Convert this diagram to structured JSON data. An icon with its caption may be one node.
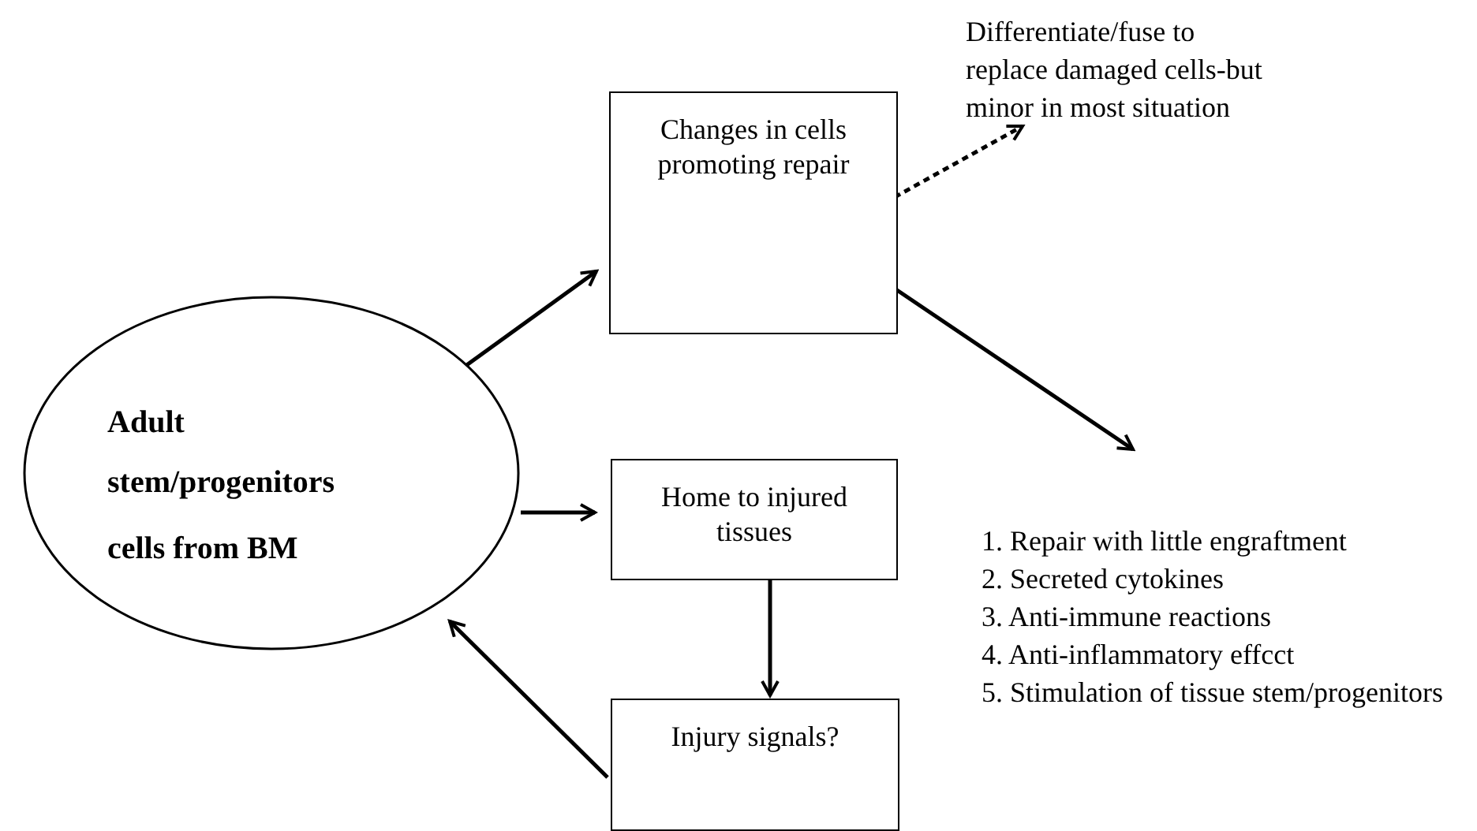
{
  "diagram": {
    "nodes": [
      {
        "text": [
          "Adult stem/progenitors",
          "cells from BM"
        ]
      },
      {
        "text": [
          "Changes in cells promoting repair"
        ]
      },
      {
        "text": [
          "Home to injured tissues"
        ]
      },
      {
        "text": [
          "Injury signals?"
        ]
      },
      {
        "text": [
          "Differentiate/fuse to replace damaged cells-but minor in most situation"
        ]
      },
      {
        "text": [
          "1. Repair with little engraftment",
          "2. Secreted cytokines",
          "3. Anti-immune reactions",
          "4. Anti-inflammatory effcct",
          "5. Stimulation of tissue stem/progenitors"
        ]
      }
    ],
    "edges": [
      {
        "from": 0,
        "to": 1,
        "arrow": "to"
      },
      {
        "from": 1,
        "to": 4,
        "arrow": "to",
        "style": "dashed"
      },
      {
        "from": 1,
        "to": 5,
        "arrow": "to"
      },
      {
        "from": 0,
        "to": 2,
        "arrow": "to"
      },
      {
        "from": 2,
        "to": 3,
        "arrow": "to"
      },
      {
        "from": 3,
        "to": 0,
        "arrow": "to"
      }
    ]
  }
}
